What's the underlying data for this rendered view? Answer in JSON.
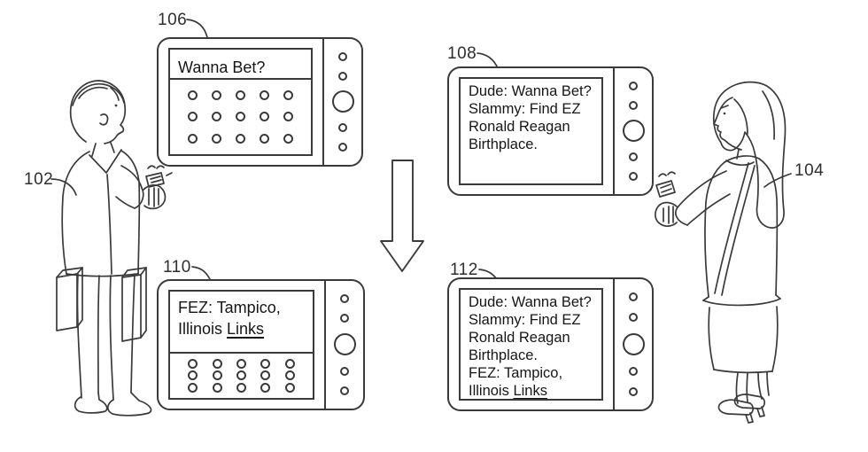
{
  "figure": {
    "background": "#ffffff",
    "ink_color": "#3a3a3a",
    "text_color": "#161616",
    "flow_arrow_direction": "down"
  },
  "labels": {
    "man_ref": "102",
    "woman_ref": "104"
  },
  "devices": [
    {
      "ref": "106",
      "keypad": true,
      "lines": [
        {
          "text": "Wanna Bet?"
        }
      ]
    },
    {
      "ref": "108",
      "keypad": false,
      "lines": [
        {
          "text": "Dude: Wanna Bet?"
        },
        {
          "text": "Slammy: Find EZ"
        },
        {
          "text": "Ronald Reagan"
        },
        {
          "text": "Birthplace."
        }
      ]
    },
    {
      "ref": "110",
      "keypad": true,
      "lines": [
        {
          "text": "FEZ: Tampico,"
        },
        {
          "prefix": "Illinois ",
          "link": "Links"
        }
      ]
    },
    {
      "ref": "112",
      "keypad": false,
      "lines": [
        {
          "text": "Dude: Wanna Bet?"
        },
        {
          "text": "Slammy: Find EZ"
        },
        {
          "text": "Ronald Reagan"
        },
        {
          "text": "Birthplace."
        },
        {
          "text": "FEZ: Tampico,"
        },
        {
          "prefix": "Illinois ",
          "link": "Links"
        }
      ]
    }
  ]
}
